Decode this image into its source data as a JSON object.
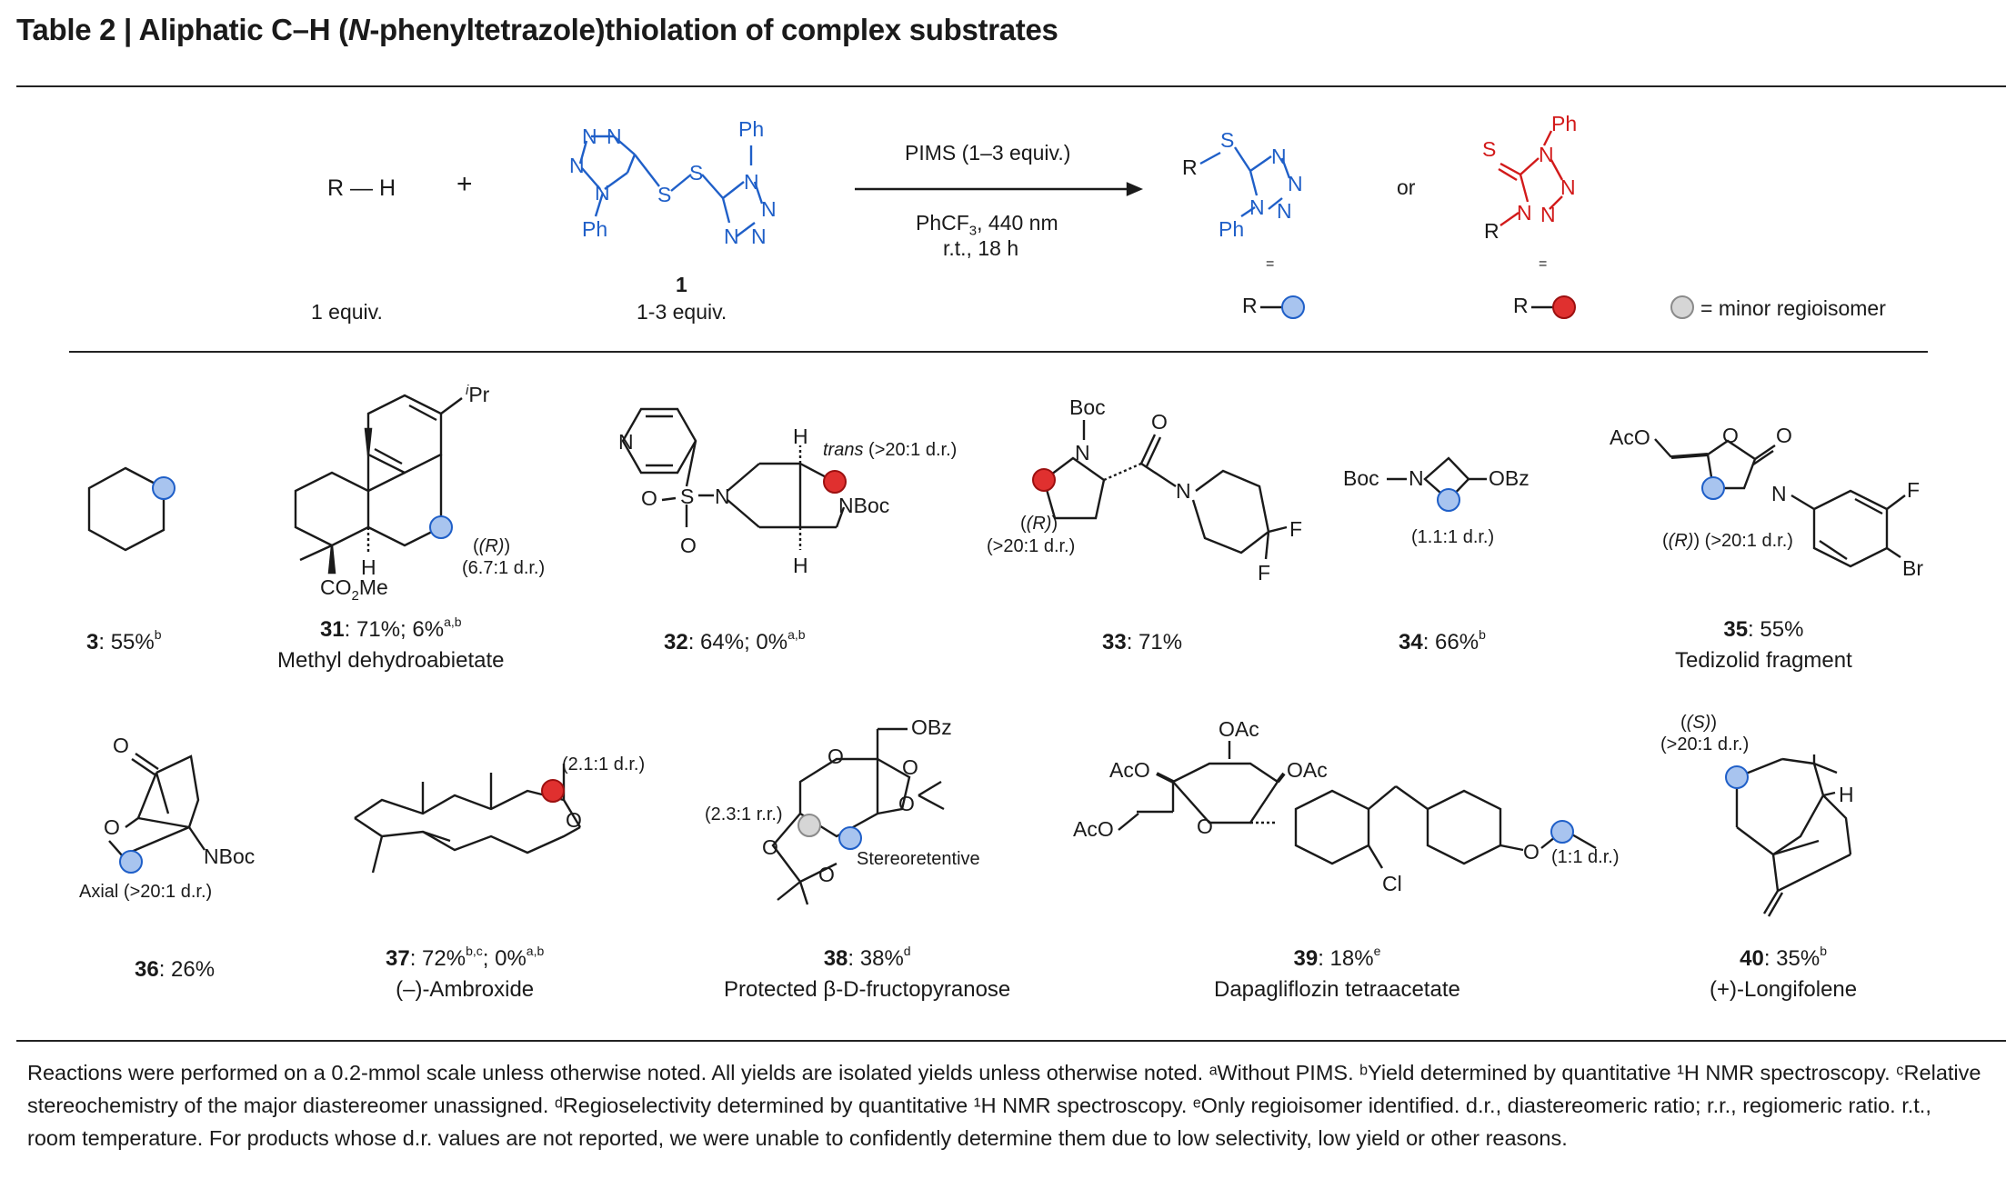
{
  "title": {
    "prefix": "Table 2 | Aliphatic C–H (",
    "italic": "N",
    "suffix": "-phenyltetrazole)thiolation of complex substrates"
  },
  "scheme": {
    "rh": "R — H",
    "plus": "+",
    "reagent_number": "1",
    "reagent_equiv": "1-3 equiv.",
    "rh_equiv": "1 equiv.",
    "cond_top": "PIMS (1–3 equiv.)",
    "cond_bottom_1": "PhCF",
    "cond_bottom_1b": "3",
    "cond_bottom_1c": ", 440 nm",
    "cond_bottom_2": "r.t., 18 h",
    "or": "or",
    "legend_minor": "= minor regioisomer",
    "r_label": "R",
    "ph": "Ph",
    "s": "S",
    "n": "N"
  },
  "entries": [
    {
      "num": "3",
      "text": ": 55%",
      "sup": "b",
      "name": ""
    },
    {
      "num": "31",
      "text": ": 71%; 6%",
      "sup": "a,b",
      "name": "Methyl dehydroabietate"
    },
    {
      "num": "32",
      "text": ": 64%; 0%",
      "sup": "a,b",
      "name": ""
    },
    {
      "num": "33",
      "text": ": 71%",
      "sup": "",
      "name": ""
    },
    {
      "num": "34",
      "text": ": 66%",
      "sup": "b",
      "name": ""
    },
    {
      "num": "35",
      "text": ": 55%",
      "sup": "",
      "name": "Tedizolid fragment"
    },
    {
      "num": "36",
      "text": ": 26%",
      "sup": "",
      "name": ""
    },
    {
      "num": "37",
      "text": ": 72%",
      "sup": "b,c",
      "text2": "; 0%",
      "sup2": "a,b",
      "name": "(–)-Ambroxide"
    },
    {
      "num": "38",
      "text": ": 38%",
      "sup": "d",
      "name": "Protected β-D-fructopyranose"
    },
    {
      "num": "39",
      "text": ": 18%",
      "sup": "e",
      "name": "Dapagliflozin tetraacetate"
    },
    {
      "num": "40",
      "text": ": 35%",
      "sup": "b",
      "name": "(+)-Longifolene"
    }
  ],
  "annotations": {
    "a31_r": "(R)",
    "a31_dr": "(6.7:1 d.r.)",
    "a32_trans": "trans",
    "a32_dr": "(>20:1 d.r.)",
    "a33_r": "(R)",
    "a33_dr": "(>20:1 d.r.)",
    "a34_dr": "(1.1:1 d.r.)",
    "a35_r": "(R)",
    "a35_dr": "(>20:1 d.r.)",
    "a36": "Axial (>20:1 d.r.)",
    "a37": "(2.1:1 d.r.)",
    "a38_rr": "(2.3:1 r.r.)",
    "a38_stereo": "Stereoretentive",
    "a39": "(1:1 d.r.)",
    "a40_s": "(S)",
    "a40_dr": "(>20:1 d.r.)"
  },
  "atoms": {
    "ipr": "iPr",
    "h": "H",
    "co2me": "CO2Me",
    "n": "N",
    "nboc": "NBoc",
    "o": "O",
    "s": "S",
    "boc": "Boc",
    "f": "F",
    "obz": "OBz",
    "aco": "AcO",
    "br": "Br",
    "oac": "OAc",
    "cl": "Cl"
  },
  "footnote": "Reactions were performed on a 0.2-mmol scale unless otherwise noted. All yields are isolated yields unless otherwise noted. ᵃWithout PIMS. ᵇYield determined by quantitative ¹H NMR spectroscopy. ᶜRelative stereochemistry of the major diastereomer unassigned. ᵈRegioselectivity determined by quantitative ¹H NMR spectroscopy. ᵉOnly regioisomer identified. d.r., diastereomeric ratio; r.r., regiomeric ratio. r.t., room temperature. For products whose d.r. values are not reported, we were unable to confidently determine them due to low selectivity, low yield or other reasons.",
  "colors": {
    "blue": "#1f5fc8",
    "red": "#d21a1a",
    "blue_dot": "#a8c4ef",
    "red_dot": "#e0302f",
    "grey_dot": "#d6d6d6"
  }
}
